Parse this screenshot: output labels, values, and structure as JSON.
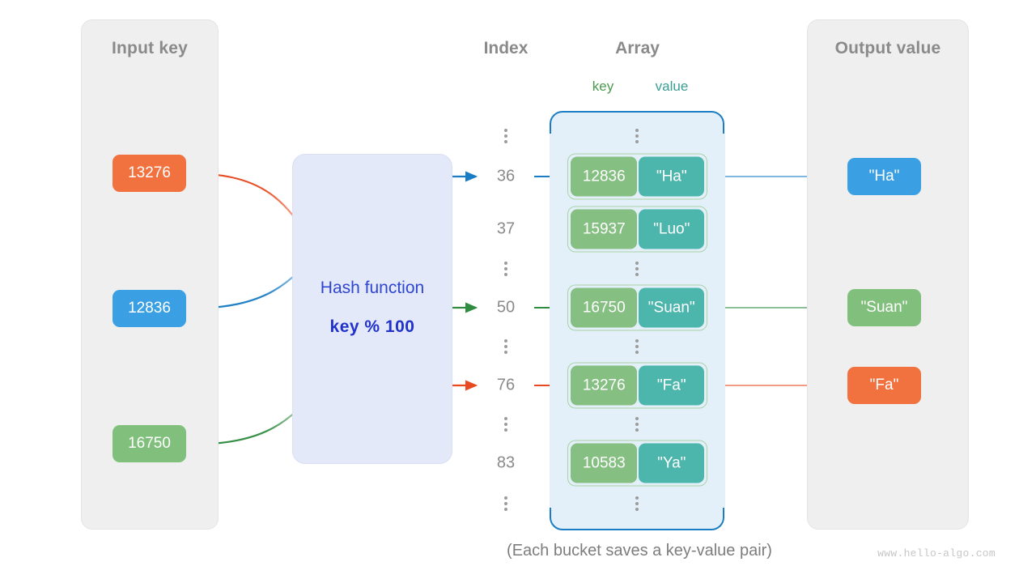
{
  "diagram": {
    "caption": "(Each bucket saves a key-value pair)",
    "watermark": "www.hello-algo.com"
  },
  "input_panel": {
    "title": "Input key",
    "keys": [
      {
        "label": "13276",
        "color": "#f1713f"
      },
      {
        "label": "12836",
        "color": "#3aa0e3"
      },
      {
        "label": "16750",
        "color": "#81c07c"
      }
    ]
  },
  "hash_function": {
    "title": "Hash function",
    "formula": "key % 100",
    "box_color": "#e4e9f9",
    "text_color": "#2f46cf"
  },
  "index_column": {
    "title": "Index",
    "entries": [
      {
        "type": "dots"
      },
      {
        "type": "index",
        "label": "36"
      },
      {
        "type": "index",
        "label": "37"
      },
      {
        "type": "dots"
      },
      {
        "type": "index",
        "label": "50"
      },
      {
        "type": "dots"
      },
      {
        "type": "index",
        "label": "76"
      },
      {
        "type": "dots"
      },
      {
        "type": "index",
        "label": "83"
      },
      {
        "type": "dots"
      }
    ]
  },
  "array": {
    "title": "Array",
    "key_header": "key",
    "value_header": "value",
    "key_color": "#85bf82",
    "value_color": "#4db6ac",
    "container_color": "#e3f0fa",
    "border_color": "#1a7dc4",
    "buckets": [
      {
        "index": "36",
        "key": "12836",
        "value": "\"Ha\""
      },
      {
        "index": "37",
        "key": "15937",
        "value": "\"Luo\""
      },
      {
        "index": "50",
        "key": "16750",
        "value": "\"Suan\""
      },
      {
        "index": "76",
        "key": "13276",
        "value": "\"Fa\""
      },
      {
        "index": "83",
        "key": "10583",
        "value": "\"Ya\""
      }
    ]
  },
  "output_panel": {
    "title": "Output value",
    "values": [
      {
        "label": "\"Ha\"",
        "color": "#3aa0e3"
      },
      {
        "label": "\"Suan\"",
        "color": "#81c07c"
      },
      {
        "label": "\"Fa\"",
        "color": "#f1713f"
      }
    ]
  },
  "mappings": [
    {
      "input": "13276",
      "index": "76",
      "output": "\"Fa\"",
      "color": "#e8491f"
    },
    {
      "input": "12836",
      "index": "36",
      "output": "\"Ha\"",
      "color": "#1a7dc4"
    },
    {
      "input": "16750",
      "index": "50",
      "output": "\"Suan\"",
      "color": "#2e8b40"
    }
  ]
}
